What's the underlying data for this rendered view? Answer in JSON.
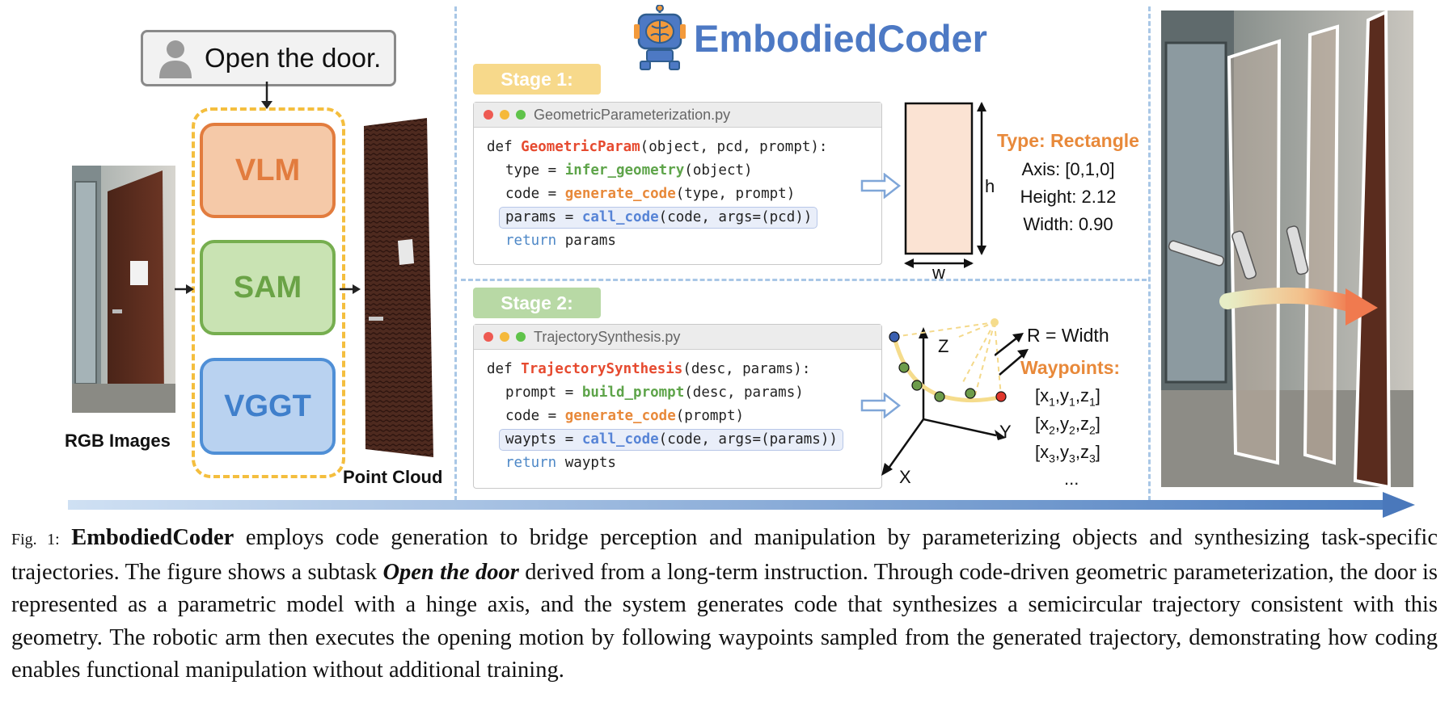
{
  "instruction": "Open the door.",
  "modules": {
    "vlm": "VLM",
    "sam": "SAM",
    "vggt": "VGGT"
  },
  "labels": {
    "rgb_images": "RGB Images",
    "point_cloud": "Point Cloud"
  },
  "title": "EmbodiedCoder",
  "stage1": {
    "label": "Stage 1:",
    "filename": "GeometricParameterization.py",
    "code": {
      "l1_def": "def ",
      "l1_fn": "GeometricParam",
      "l1_args": "(object, pcd, prompt):",
      "l2_pre": "type = ",
      "l2_fn": "infer_geometry",
      "l2_args": "(object)",
      "l3_pre": "code = ",
      "l3_fn": "generate_code",
      "l3_args": "(type, prompt)",
      "l4_pre": "params = ",
      "l4_fn": "call_code",
      "l4_args": "(code, args=(pcd))",
      "l5_kw": "return",
      "l5_rest": " params"
    },
    "dim_h": "h",
    "dim_w": "w",
    "params_title": "Type: Rectangle",
    "axis": "Axis: [0,1,0]",
    "height": "Height: 2.12",
    "width": "Width: 0.90"
  },
  "stage2": {
    "label": "Stage 2:",
    "filename": "TrajectorySynthesis.py",
    "code": {
      "l1_def": "def ",
      "l1_fn": "TrajectorySynthesis",
      "l1_args": "(desc, params):",
      "l2_pre": "prompt = ",
      "l2_fn": "build_prompt",
      "l2_args": "(desc, params)",
      "l3_pre": "code = ",
      "l3_fn": "generate_code",
      "l3_args": "(prompt)",
      "l4_pre": "waypts = ",
      "l4_fn": "call_code",
      "l4_args": "(code, args=(params))",
      "l5_kw": "return",
      "l5_rest": " waypts"
    },
    "axis_z": "Z",
    "axis_y": "Y",
    "axis_x": "X",
    "radius": "R = Width",
    "waypoints_title": "Waypoints:",
    "wp_x": "x",
    "wp_y": "y",
    "wp_z": "z",
    "wp_sub1": "1",
    "wp_sub2": "2",
    "wp_sub3": "3",
    "wp_ellipsis": "..."
  },
  "caption": {
    "fig": "Fig. 1:",
    "name": "EmbodiedCoder",
    "t1": " employs code generation to bridge perception and manipulation by parameterizing objects and synthesizing task-specific trajectories. The figure shows a subtask ",
    "task": "Open the door",
    "t2": " derived from a long-term instruction. Through code-driven geometric parameterization, the door is represented as a parametric model with a hinge axis, and the system generates code that synthesizes a semicircular trajectory consistent with this geometry. The robotic arm then executes the opening motion by following waypoints sampled from the generated trajectory, demonstrating how coding enables functional manipulation without additional training."
  },
  "colors": {
    "vlm": "#f5c9a8",
    "vlm_border": "#e27c3e",
    "sam": "#c9e3b3",
    "sam_border": "#76ae4f",
    "vggt": "#b9d2f0",
    "vggt_border": "#4f8fd6",
    "title_blue": "#4d79c4",
    "stage1": "#f7d98b",
    "stage2": "#b8d9a5",
    "param_orange": "#e8893a",
    "dashed_blue": "#a9c7e6"
  }
}
